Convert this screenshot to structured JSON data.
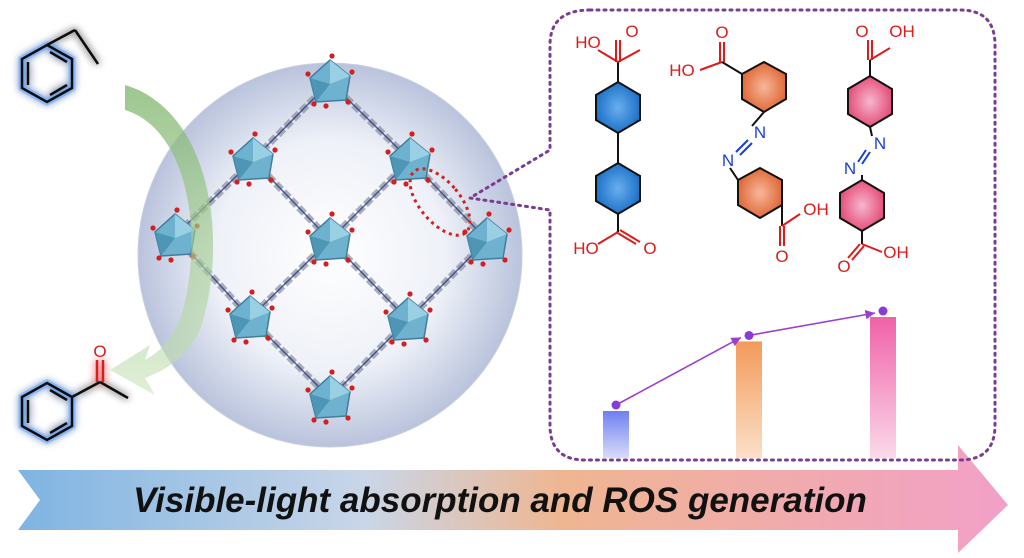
{
  "banner": {
    "text": "Visible-light absorption and ROS generation"
  },
  "linkers": [
    {
      "top": "HO",
      "bottom": "HO",
      "top_o": "O",
      "bottom_o": "O",
      "color": "#1e73c8"
    },
    {
      "top": "HO",
      "top_o": "O",
      "n1": "N",
      "n2": "N",
      "bottom": "OH",
      "bottom_o": "O",
      "color": "#e06a3a"
    },
    {
      "top": "OH",
      "top_o": "O",
      "n1": "N",
      "n2": "N",
      "bottom": "OH",
      "bottom_o": "O",
      "color": "#e4507a"
    }
  ],
  "reaction": {
    "product_o": "O"
  },
  "bars": {
    "values": [
      0.25,
      0.62,
      0.75
    ],
    "colors": [
      "#6f7ff0",
      "#f39a5a",
      "#f062a8"
    ]
  },
  "colors": {
    "dotted_frame": "#7a3d92",
    "arrow_green": "#8cc47a",
    "glow": "#5a8cff",
    "oxygen_red": "#dd1b1b",
    "nitrogen_blue": "#1a3fd8"
  }
}
